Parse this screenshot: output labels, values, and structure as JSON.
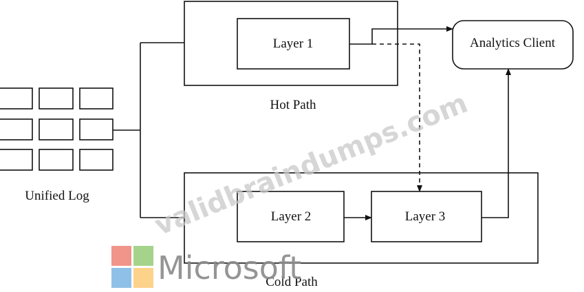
{
  "nodes": {
    "layer1": "Layer 1",
    "layer2": "Layer 2",
    "layer3": "Layer 3",
    "analytics_client": "Analytics Client"
  },
  "groups": {
    "hot_path": "Hot Path",
    "cold_path": "Cold Path",
    "unified_log": "Unified Log"
  },
  "watermark": {
    "text": "validbraindumps.com",
    "brand": "Microsoft"
  },
  "colors": {
    "line": "#111111",
    "ms_red": "#f1958a",
    "ms_green": "#a6d38c",
    "ms_blue": "#8fc0e8",
    "ms_yellow": "#fdd28a",
    "watermark": "#c8c8c8",
    "brand_text": "#8a8a8a"
  }
}
